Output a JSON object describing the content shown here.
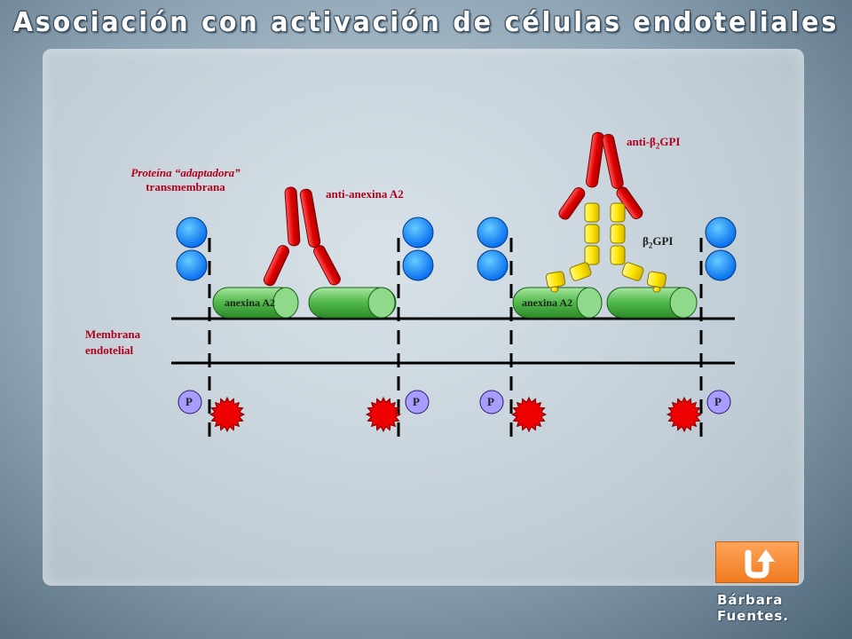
{
  "title": "Asociación con activación de células endoteliales",
  "author": "Bárbara Fuentes.",
  "labels": {
    "adaptor_line1": "Proteína “adaptadora”",
    "adaptor_line2": "transmembrana",
    "anti_annexin": "anti-anexina A2",
    "anti_b2gpi_prefix": "anti-",
    "beta": "β",
    "sub2": "2",
    "gpi": "GPI",
    "annexin_left": "anexina A2",
    "annexin_right": "anexina A2",
    "membrane_line1": "Membrana",
    "membrane_line2": "endotelial",
    "p": "P"
  },
  "colors": {
    "label_red": "#b3001b",
    "membrane": "#000000",
    "protein_blue": "#1a8cff",
    "cylinder_green": "#66cc66",
    "antibody_red": "#e60000",
    "b2gpi_yellow": "#ffee00",
    "phosphate_purple": "#a89cff",
    "burst_red": "#ee0000",
    "back_button": "#f5883a"
  },
  "icons": {
    "back": "u-turn-arrow-icon"
  }
}
